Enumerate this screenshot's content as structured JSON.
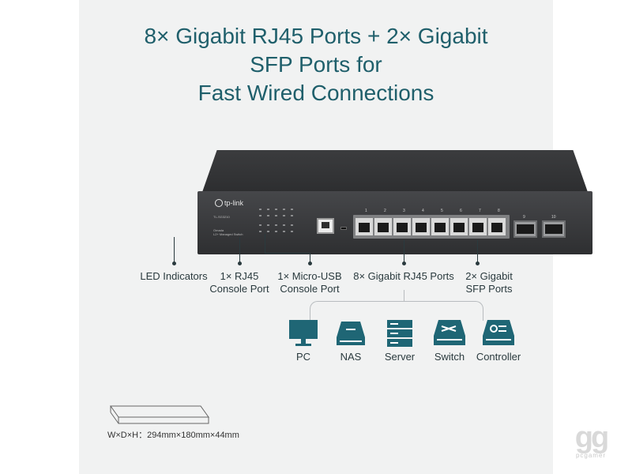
{
  "headline": {
    "line1": "8× Gigabit RJ45 Ports + 2× Gigabit",
    "line2": "SFP Ports for",
    "line3": "Fast Wired Connections"
  },
  "device": {
    "brand": "tp-link",
    "model": "TL-SG3210",
    "product_line": "Omada",
    "product_type": "L2+ Managed Switch",
    "port_numbers": [
      "1",
      "2",
      "3",
      "4",
      "5",
      "6",
      "7",
      "8"
    ],
    "sfp_numbers": [
      "9",
      "10"
    ]
  },
  "labels": {
    "led": "LED Indicators",
    "rj45_console_1": "1× RJ45",
    "rj45_console_2": "Console Port",
    "usb_console_1": "1× Micro-USB",
    "usb_console_2": "Console Port",
    "gigabit_ports": "8× Gigabit RJ45 Ports",
    "sfp_1": "2× Gigabit",
    "sfp_2": "SFP Ports"
  },
  "connected_devices": [
    {
      "label": "PC",
      "icon": "pc-icon"
    },
    {
      "label": "NAS",
      "icon": "nas-icon"
    },
    {
      "label": "Server",
      "icon": "server-icon"
    },
    {
      "label": "Switch",
      "icon": "switch-icon"
    },
    {
      "label": "Controller",
      "icon": "controller-icon"
    }
  ],
  "dimensions": "W×D×H：294mm×180mm×44mm",
  "watermark": {
    "mark": "gg",
    "text": "pcgamer"
  },
  "colors": {
    "headline": "#1f5f6b",
    "icon": "#1f6675",
    "panel": "#f1f2f2"
  }
}
